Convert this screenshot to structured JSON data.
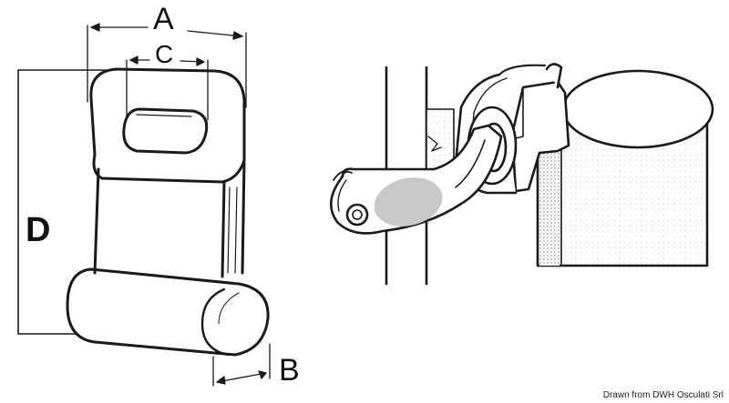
{
  "labels": {
    "a": "A",
    "b": "B",
    "c": "C",
    "d": "D"
  },
  "credit": "Drawn from DWH Osculati Srl",
  "colors": {
    "line": "#1a1a1a",
    "shade": "#c8c8c8",
    "paper": "#ffffff"
  }
}
